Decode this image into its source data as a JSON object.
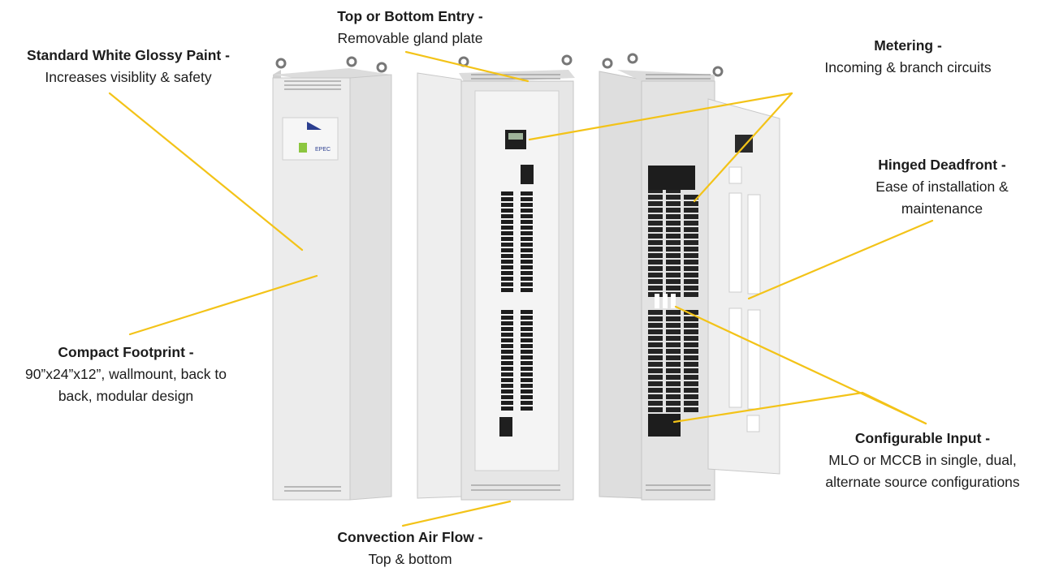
{
  "colors": {
    "leader": "#f3c318",
    "cabinet": "#ebebeb",
    "cabinet_side": "#d8d8d8",
    "breaker": "#1e1e1e",
    "text": "#1c1c1c"
  },
  "callouts": {
    "paint": {
      "title": "Standard White Glossy Paint -",
      "desc": "Increases visiblity & safety"
    },
    "entry": {
      "title": "Top or Bottom Entry -",
      "desc": "Removable gland plate"
    },
    "metering": {
      "title": "Metering -",
      "desc": "Incoming & branch circuits"
    },
    "deadfront": {
      "title": "Hinged Deadfront -",
      "desc": [
        "Ease of installation &",
        "maintenance"
      ]
    },
    "footprint": {
      "title": "Compact Footprint -",
      "desc": [
        "90”x24”x12”, wallmount, back to",
        "back, modular design"
      ]
    },
    "input": {
      "title": "Configurable Input -",
      "desc": [
        "MLO or MCCB in single, dual,",
        "alternate source configurations"
      ]
    },
    "airflow": {
      "title": "Convection Air Flow -",
      "desc": "Top & bottom"
    }
  },
  "logo": {
    "brand_text": "EPEC"
  }
}
